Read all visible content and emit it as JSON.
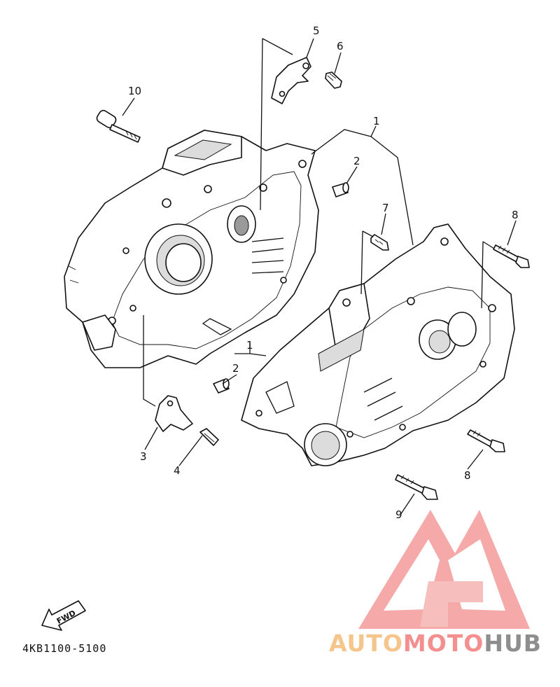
{
  "diagram": {
    "part_code": "4KB1100-5100",
    "fwd_label": "FWD",
    "callouts": {
      "c1a": "1",
      "c1b": "1",
      "c2a": "2",
      "c2b": "2",
      "c3": "3",
      "c4": "4",
      "c5": "5",
      "c6": "6",
      "c7": "7",
      "c8a": "8",
      "c8b": "8",
      "c9": "9",
      "c10": "10"
    }
  },
  "watermark": {
    "brand_part1": "AUTO",
    "brand_part2": "MOTO",
    "brand_part3": "HUB",
    "color_part1": "#f6c58c",
    "color_part2": "#f48f8f",
    "color_part3": "#8e8e8e"
  }
}
